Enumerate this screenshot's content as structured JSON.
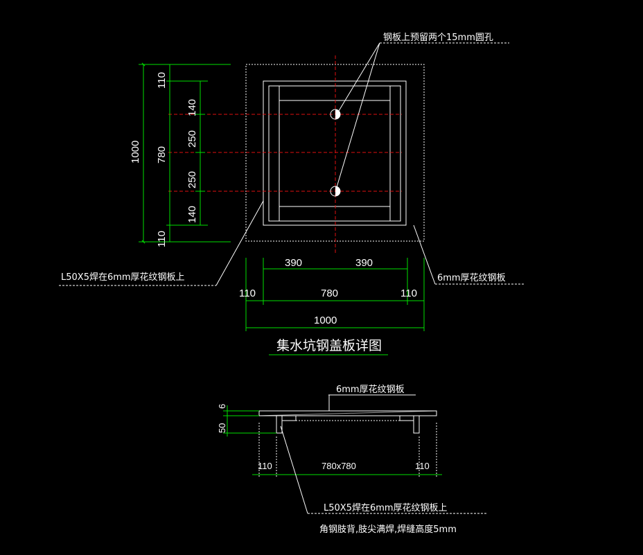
{
  "plan": {
    "annotation_holes": "钢板上预留两个15mm圆孔",
    "annotation_angle": "L50X5焊在6mm厚花纹钢板上",
    "annotation_plate": "6mm厚花纹钢板",
    "dims_left_outer": "1000",
    "dims_left_inner": "780",
    "dims_left_segments": [
      "110",
      "140",
      "250",
      "250",
      "140",
      "110"
    ],
    "dims_bottom_half": [
      "390",
      "390"
    ],
    "dims_bottom_mid": [
      "110",
      "780",
      "110"
    ],
    "dims_bottom_total": "1000",
    "title": "集水坑钢盖板详图"
  },
  "section": {
    "annotation_plate": "6mm厚花纹钢板",
    "dim_thickness": "6",
    "dim_height": "50",
    "dims_bottom": [
      "110",
      "780x780",
      "110"
    ],
    "annotation_line1": "L50X5焊在6mm厚花纹钢板上",
    "annotation_line2": "角钢肢背,肢尖满焊,焊缝高度5mm"
  },
  "colors": {
    "background": "#000000",
    "dimension": "#00e000",
    "outline": "#ffffff",
    "centerline": "#e01010"
  }
}
